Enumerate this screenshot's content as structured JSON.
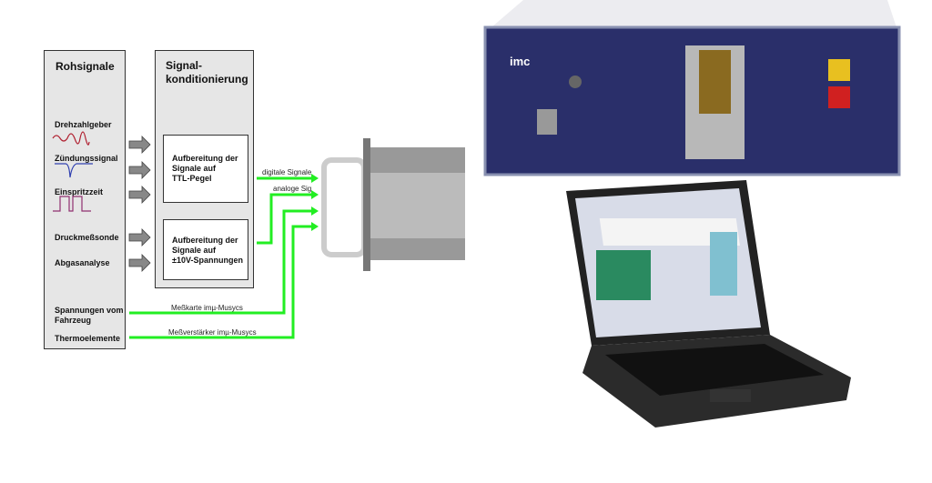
{
  "raw_signals": {
    "title": "Rohsignale",
    "items": [
      "Drehzahlgeber",
      "Zündungssignal",
      "Einspritzzeit",
      "Druckmeßsonde",
      "Abgasanalyse",
      "Spannungen vom Fahrzeug",
      "Thermoelemente"
    ]
  },
  "conditioning": {
    "title_line1": "Signal-",
    "title_line2": "konditionierung",
    "box_ttl": [
      "Aufbereitung der",
      "Signale auf",
      "TTL-Pegel"
    ],
    "box_10v": [
      "Aufbereitung der",
      "Signale auf",
      "±10V-Spannungen"
    ]
  },
  "lines": {
    "digital": "digitale Signale",
    "analog": "analoge Sig",
    "card": "Meßkarte imµ-Musycs",
    "amp": "Meßverstärker imµ-Musycs"
  },
  "rack": {
    "brand": "imc"
  },
  "colors": {
    "green": "#22ee22",
    "panel": "#e6e6e6",
    "rack": "#2a2f6a"
  }
}
